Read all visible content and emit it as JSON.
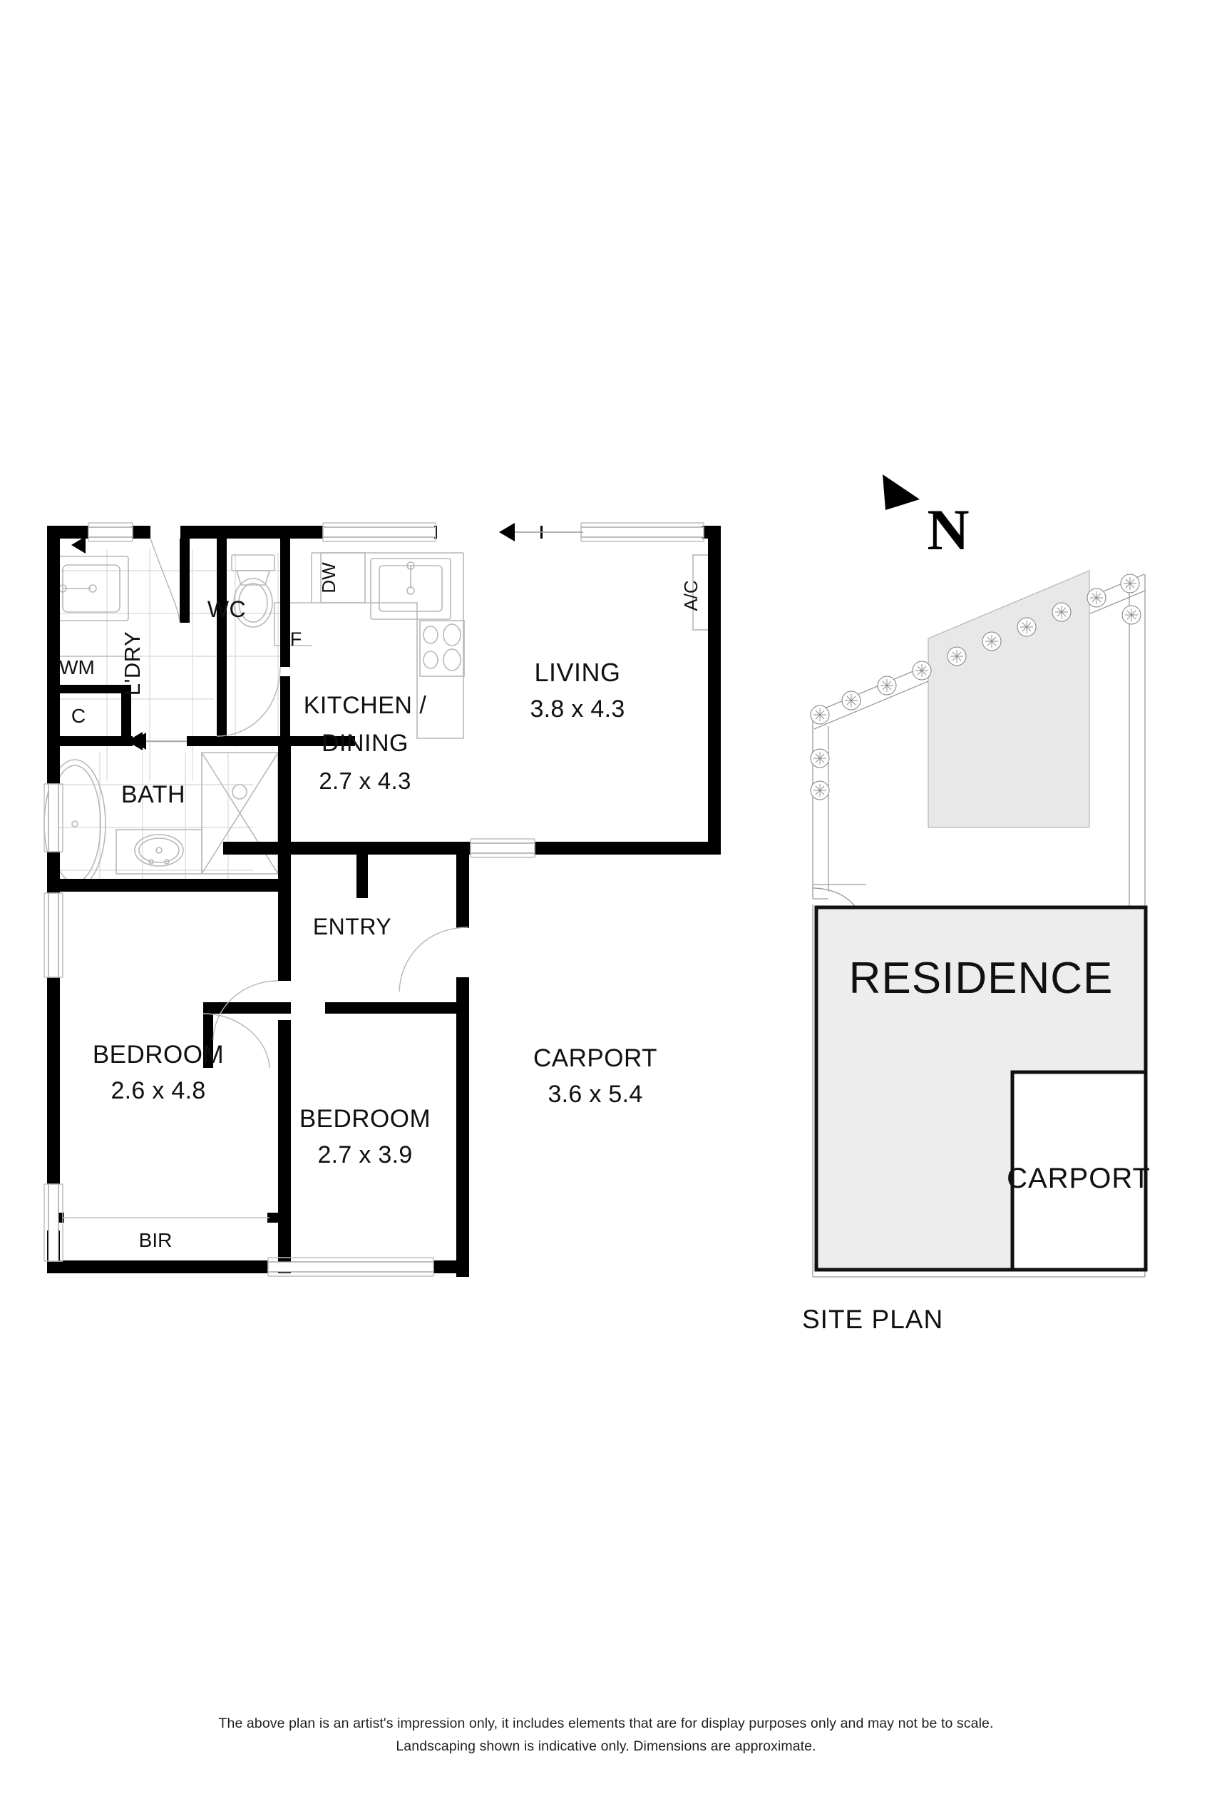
{
  "document": {
    "type": "floor-plan",
    "title": "Residential Floor Plan",
    "background_color": "#ffffff",
    "wall_color": "#000000",
    "fixture_color": "#b8b8b8",
    "site_fill_color": "#ededed"
  },
  "floor_plan": {
    "rooms": [
      {
        "id": "living",
        "name": "LIVING",
        "dimensions": "3.8 x 4.3"
      },
      {
        "id": "kitchen",
        "name": "KITCHEN /",
        "name2": "DINING",
        "dimensions": "2.7 x 4.3"
      },
      {
        "id": "bath",
        "name": "BATH",
        "dimensions": ""
      },
      {
        "id": "wc",
        "name": "WC",
        "dimensions": ""
      },
      {
        "id": "laundry",
        "name": "L'DRY",
        "dimensions": ""
      },
      {
        "id": "entry",
        "name": "ENTRY",
        "dimensions": ""
      },
      {
        "id": "bed1",
        "name": "BEDROOM",
        "dimensions": "2.6 x 4.8"
      },
      {
        "id": "bed2",
        "name": "BEDROOM",
        "dimensions": "2.7 x 3.9"
      },
      {
        "id": "carport",
        "name": "CARPORT",
        "dimensions": "3.6 x 5.4"
      }
    ],
    "annotations": [
      {
        "id": "wm",
        "label": "WM",
        "meaning": "washing-machine"
      },
      {
        "id": "c",
        "label": "C",
        "meaning": "cupboard"
      },
      {
        "id": "dw",
        "label": "DW",
        "meaning": "dishwasher"
      },
      {
        "id": "f",
        "label": "F",
        "meaning": "fridge"
      },
      {
        "id": "ac",
        "label": "A/C",
        "meaning": "air-conditioner"
      },
      {
        "id": "bir",
        "label": "BIR",
        "meaning": "built-in-robe"
      }
    ]
  },
  "site_plan": {
    "caption": "SITE PLAN",
    "residence_label": "RESIDENCE",
    "carport_label": "CARPORT",
    "north_indicator": "N"
  },
  "disclaimer": {
    "line1": "The above plan is an artist's impression only, it includes elements that are for display purposes only and may not be to scale.",
    "line2": "Landscaping shown is indicative only. Dimensions are approximate."
  }
}
